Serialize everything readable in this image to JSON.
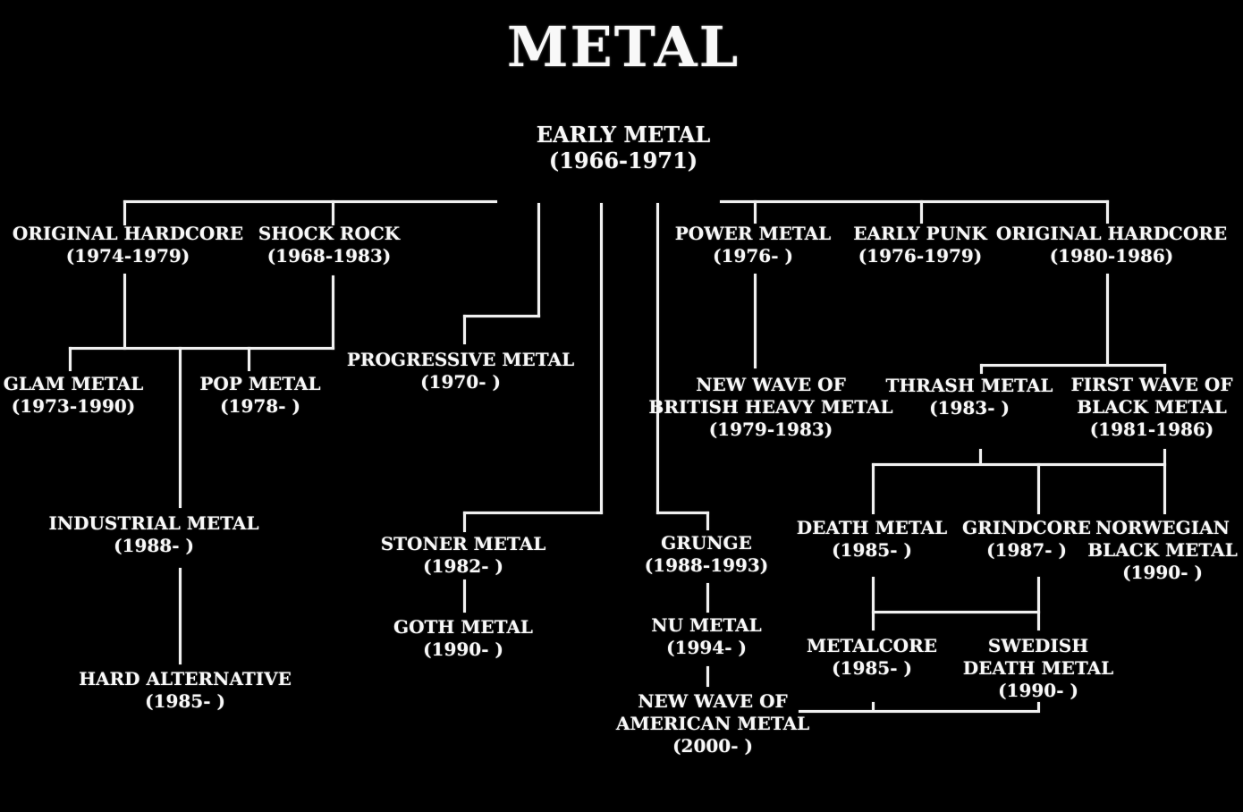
{
  "title": "METAL",
  "colors": {
    "background": "#000000",
    "text": "#f8f8f8",
    "line": "#f0f0f0"
  },
  "nodes": {
    "early_metal": {
      "name": "EARLY METAL",
      "years": "(1966-1971)"
    },
    "original_hardcore_left": {
      "name": "ORIGINAL HARDCORE",
      "years": "(1974-1979)"
    },
    "shock_rock": {
      "name": "SHOCK ROCK",
      "years": "(1968-1983)"
    },
    "power_metal": {
      "name": "POWER METAL",
      "years": "(1976- )"
    },
    "early_punk": {
      "name": "EARLY PUNK",
      "years": "(1976-1979)"
    },
    "original_hardcore_right": {
      "name": "ORIGINAL HARDCORE",
      "years": "(1980-1986)"
    },
    "glam_metal": {
      "name": "GLAM METAL",
      "years": "(1973-1990)"
    },
    "pop_metal": {
      "name": "POP METAL",
      "years": "(1978- )"
    },
    "progressive_metal": {
      "name": "PROGRESSIVE METAL",
      "years": "(1970- )"
    },
    "new_wave_of_british_heavy_metal": {
      "name": "NEW WAVE OF",
      "name2": "BRITISH HEAVY METAL",
      "years": "(1979-1983)"
    },
    "thrash_metal": {
      "name": "THRASH METAL",
      "years": "(1983- )"
    },
    "first_wave_of_black_metal": {
      "name": "FIRST WAVE OF",
      "name2": "BLACK METAL",
      "years": "(1981-1986)"
    },
    "industrial_metal": {
      "name": "INDUSTRIAL METAL",
      "years": "(1988- )"
    },
    "stoner_metal": {
      "name": "STONER METAL",
      "years": "(1982- )"
    },
    "grunge": {
      "name": "GRUNGE",
      "years": "(1988-1993)"
    },
    "death_metal": {
      "name": "DEATH METAL",
      "years": "(1985- )"
    },
    "grindcore": {
      "name": "GRINDCORE",
      "years": "(1987- )"
    },
    "norwegian_black_metal": {
      "name": "NORWEGIAN",
      "name2": "BLACK METAL",
      "years": "(1990- )"
    },
    "goth_metal": {
      "name": "GOTH METAL",
      "years": "(1990- )"
    },
    "nu_metal": {
      "name": "NU METAL",
      "years": "(1994- )"
    },
    "metalcore": {
      "name": "METALCORE",
      "years": "(1985- )"
    },
    "swedish_death_metal": {
      "name": "SWEDISH",
      "name2": "DEATH METAL",
      "years": "(1990- )"
    },
    "hard_alternative": {
      "name": "HARD ALTERNATIVE",
      "years": "(1985- )"
    },
    "new_wave_of_american_metal": {
      "name": "NEW WAVE OF",
      "name2": "AMERICAN METAL",
      "years": "(2000- )"
    }
  }
}
